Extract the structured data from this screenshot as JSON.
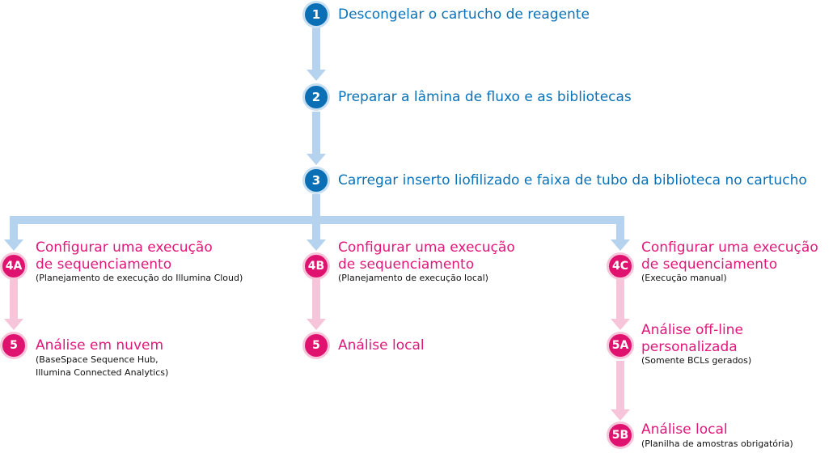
{
  "colors": {
    "main_step": "#0a6fb5",
    "main_connector": "#b5d3ee",
    "option_step": "#e0126f",
    "option_connector": "#f7c5d9",
    "subtext": "#111111"
  },
  "steps": [
    {
      "id": "1",
      "label": "1",
      "title": "Descongelar o cartucho de reagente"
    },
    {
      "id": "2",
      "label": "2",
      "title": "Preparar a lâmina de fluxo e as bibliotecas"
    },
    {
      "id": "3",
      "label": "3",
      "title": "Carregar inserto liofilizado e faixa de tubo da biblioteca no cartucho"
    }
  ],
  "branches": [
    {
      "setup": {
        "label": "4A",
        "title_line1": "Configurar uma execução",
        "title_line2": "de sequenciamento",
        "subtitle": "(Planejamento de execução do Illumina Cloud)"
      },
      "analysis": [
        {
          "label": "5",
          "title": "Análise em nuvem",
          "subtitle_line1": "(BaseSpace Sequence Hub,",
          "subtitle_line2": "Illumina Connected Analytics)"
        }
      ]
    },
    {
      "setup": {
        "label": "4B",
        "title_line1": "Configurar uma execução",
        "title_line2": "de sequenciamento",
        "subtitle": "(Planejamento de execução local)"
      },
      "analysis": [
        {
          "label": "5",
          "title": "Análise local"
        }
      ]
    },
    {
      "setup": {
        "label": "4C",
        "title_line1": "Configurar uma execução",
        "title_line2": "de sequenciamento",
        "subtitle": "(Execução manual)"
      },
      "analysis": [
        {
          "label": "5A",
          "title_line1": "Análise off-line",
          "title_line2": "personalizada",
          "subtitle": "(Somente BCLs gerados)"
        },
        {
          "label": "5B",
          "title": "Análise local",
          "subtitle": "(Planilha de amostras obrigatória)"
        }
      ]
    }
  ]
}
